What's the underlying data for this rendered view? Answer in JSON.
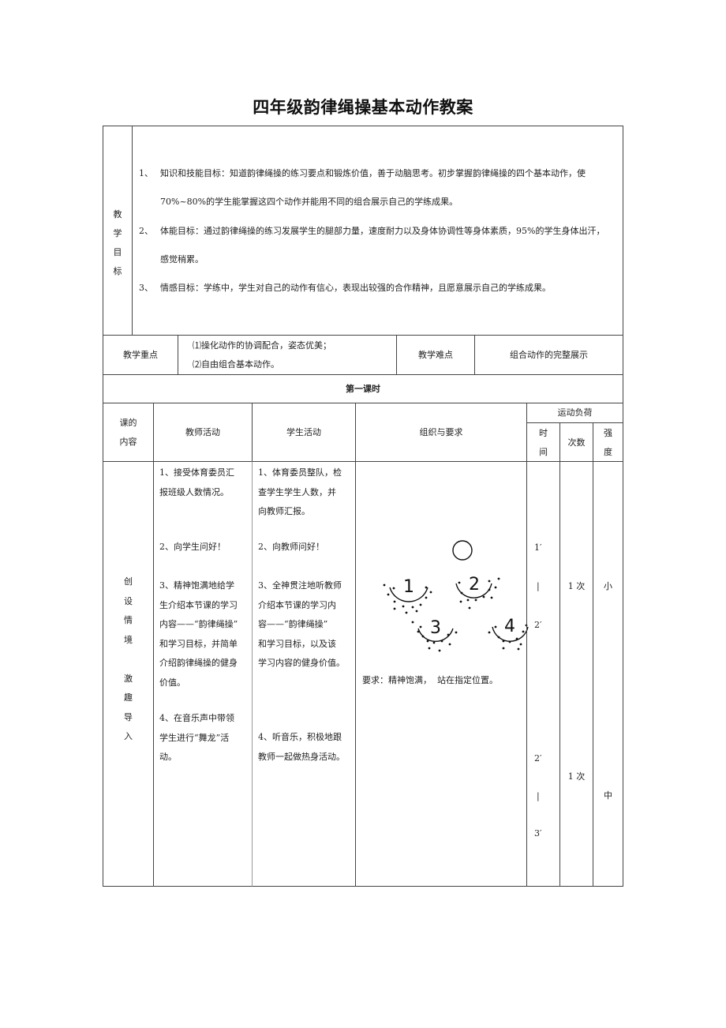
{
  "document": {
    "title": "四年级韵律绳操基本动作教案"
  },
  "objectives": {
    "label_chars": [
      "教",
      "学",
      "目",
      "标"
    ],
    "items": [
      {
        "num": "1、",
        "lines": [
          "知识和技能目标：知道韵律绳操的练习要点和锻炼价值，善于动脑思考。初步掌握韵律绳操的四个基本动作，使",
          "70%~80%的学生能掌握这四个动作并能用不同的组合展示自己的学练成果。"
        ]
      },
      {
        "num": "2、",
        "lines": [
          "体能目标：通过韵律绳操的练习发展学生的腿部力量，速度耐力以及身体协调性等身体素质，95%的学生身体出汗，",
          "感觉稍累。"
        ]
      },
      {
        "num": "3、",
        "lines": [
          "情感目标：学练中，学生对自己的动作有信心，表现出较强的合作精神，且愿意展示自己的学练成果。"
        ]
      }
    ]
  },
  "key_points": {
    "label": "教学重点",
    "items": [
      "⑴操化动作的协调配合，姿态优美；",
      "⑵自由组合基本动作。"
    ],
    "difficulty_label": "教学难点",
    "difficulty_value": "组合动作的完整展示"
  },
  "lesson": {
    "section_title": "第一课时",
    "headers": {
      "content": [
        "课的",
        "内容"
      ],
      "teacher": "教师活动",
      "student": "学生活动",
      "organization": "组织与要求",
      "load": "运动负荷",
      "time": [
        "时",
        "间"
      ],
      "count": "次数",
      "intensity": [
        "强",
        "度"
      ]
    },
    "content_label": [
      "创",
      "设",
      "情",
      "境",
      "",
      "激",
      "趣",
      "导",
      "入"
    ],
    "teacher_activities": [
      [
        "1、接受体育委员汇",
        "报班级人数情况。"
      ],
      [
        "2、向学生问好！"
      ],
      [
        "3、精神饱满地给学",
        "生介绍本节课的学习",
        "内容——“韵律绳操”",
        "和学习目标，并简单",
        "介绍韵律绳操的健身",
        "价值。"
      ],
      [
        "4、在音乐声中带领",
        "学生进行“舞龙”活",
        "动。"
      ]
    ],
    "student_activities": [
      [
        "1、体育委员整队，检",
        "查学生学生人数，并",
        "向教师汇报。"
      ],
      [
        "2、向教师问好！"
      ],
      [
        "3、全神贯注地听教师",
        "介绍本节课的学习内",
        "容——“韵律绳操”",
        "和学习目标，以及该",
        "学习内容的健身价值。"
      ],
      [
        "4、听音乐，积极地跟",
        "教师一起做热身活动。"
      ]
    ],
    "organization": {
      "diagram_groups": [
        "1",
        "2",
        "3",
        "4"
      ],
      "requirement": "要求：精神饱满，  站在指定位置。"
    },
    "loads": [
      {
        "time": [
          "1′",
          "|",
          "2′"
        ],
        "count": "1 次",
        "intensity": "小"
      },
      {
        "time": [
          "2′",
          "|",
          "3′"
        ],
        "count": "1 次",
        "intensity": "中"
      }
    ]
  }
}
